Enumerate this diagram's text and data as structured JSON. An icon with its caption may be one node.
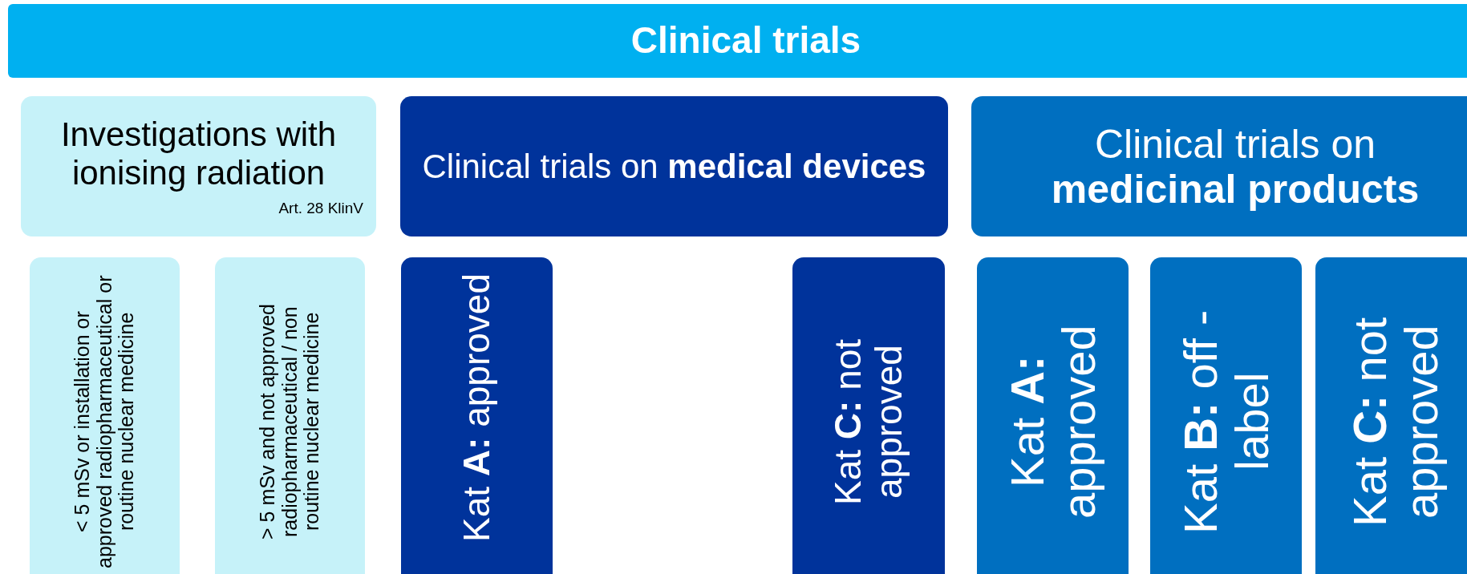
{
  "diagram": {
    "nodes": [
      {
        "text": [
          "Clinical trials"
        ]
      },
      {
        "text": [
          "Investigations with ionising radiation",
          "Art. 28 KlinV"
        ]
      },
      {
        "text": [
          "Clinical trials on **medical devices**"
        ]
      },
      {
        "text": [
          "Clinical trials on **medicinal products**"
        ]
      },
      {
        "text": [
          "< 5 mSv or installation  or approved radiopharmaceutical or routine nuclear medicine"
        ]
      },
      {
        "text": [
          "> 5 mSv and not approved radiopharmaceutical  / non routine nuclear medicine"
        ]
      },
      {
        "text": [
          "Kat **A:** approved"
        ]
      },
      {
        "text": [
          "Kat **C:** not approved"
        ]
      },
      {
        "text": [
          "Kat **A:** approved"
        ]
      },
      {
        "text": [
          "Kat **B:** off - label"
        ]
      },
      {
        "text": [
          "Kat **C:** not approved"
        ]
      }
    ]
  }
}
